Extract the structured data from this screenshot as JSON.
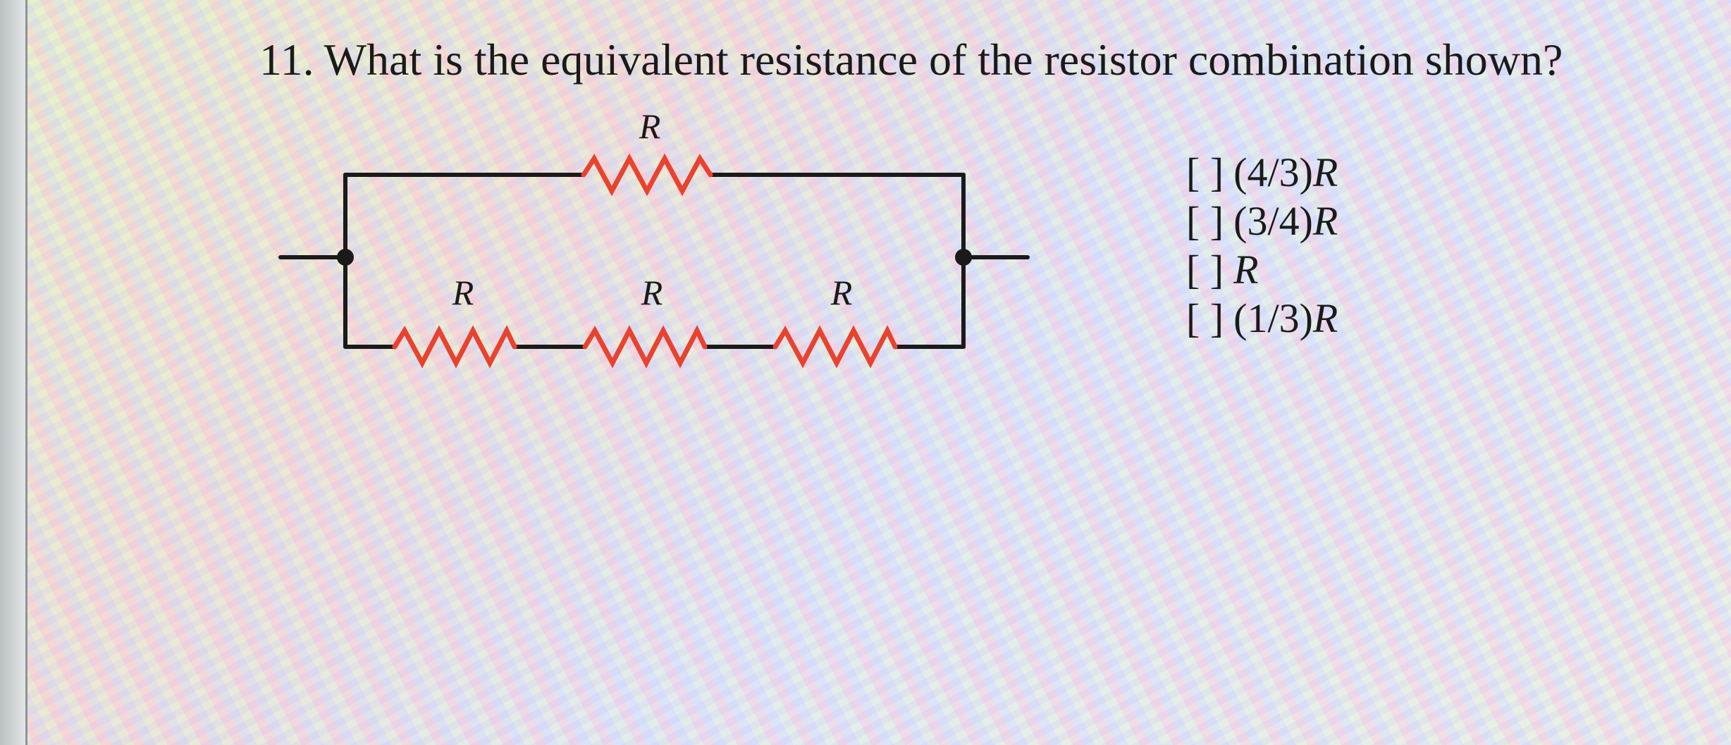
{
  "question": {
    "number": "11.",
    "text": "What is the equivalent resistance of the resistor combination shown?"
  },
  "diagram": {
    "resistor_labels": [
      "R",
      "R",
      "R",
      "R"
    ],
    "wire_color": "#1a1a1a",
    "resistor_color": "#e8432e"
  },
  "options": [
    {
      "box": "[ ]",
      "prefix": "(4/3)",
      "var": "R"
    },
    {
      "box": "[ ]",
      "prefix": "(3/4)",
      "var": "R"
    },
    {
      "box": "[ ]",
      "prefix": "",
      "var": "R"
    },
    {
      "box": "[ ]",
      "prefix": "(1/3)",
      "var": "R"
    }
  ]
}
